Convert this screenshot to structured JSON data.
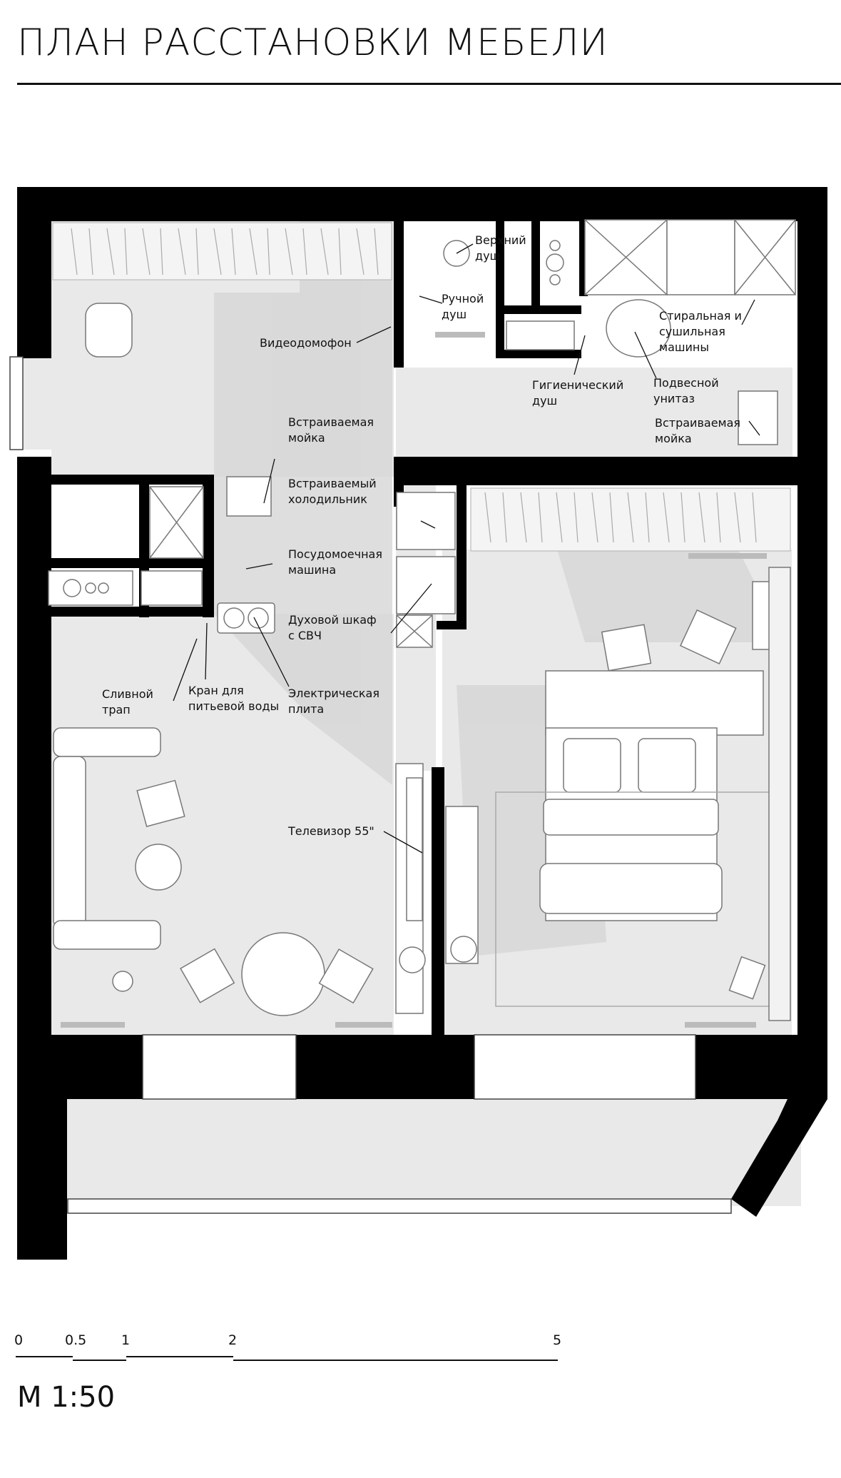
{
  "title": "ПЛАН РАССТАНОВКИ МЕБЕЛИ",
  "labels": {
    "videodomofon": "Видеодомофон",
    "verkhniy_dush_1": "Верхний",
    "verkhniy_dush_2": "душ",
    "ruchnoy_dush_1": "Ручной",
    "ruchnoy_dush_2": "душ",
    "stiralnaya_1": "Стиральная и",
    "stiralnaya_2": "сушильная",
    "stiralnaya_3": "машины",
    "gigienicheskiy_1": "Гигиенический",
    "gigienicheskiy_2": "душ",
    "podvesnoy_1": "Подвесной",
    "podvesnoy_2": "унитаз",
    "moyka_bath_1": "Встраиваемая",
    "moyka_bath_2": "мойка",
    "moyka_kitchen_1": "Встраиваемая",
    "moyka_kitchen_2": "мойка",
    "kholodilnik_1": "Встраиваемый",
    "kholodilnik_2": "холодильник",
    "posudomoechnaya_1": "Посудомоечная",
    "posudomoechnaya_2": "машина",
    "dukhovoy_1": "Духовой шкаф",
    "dukhovoy_2": "с СВЧ",
    "slivnoy_1": "Сливной",
    "slivnoy_2": "трап",
    "kran_1": "Кран для",
    "kran_2": "питьевой воды",
    "plita_1": "Электрическая",
    "plita_2": "плита",
    "televizor": "Телевизор 55\""
  },
  "scale": {
    "ticks": [
      "0",
      "0.5",
      "1",
      "2",
      "5"
    ],
    "ratio": "М 1:50"
  }
}
